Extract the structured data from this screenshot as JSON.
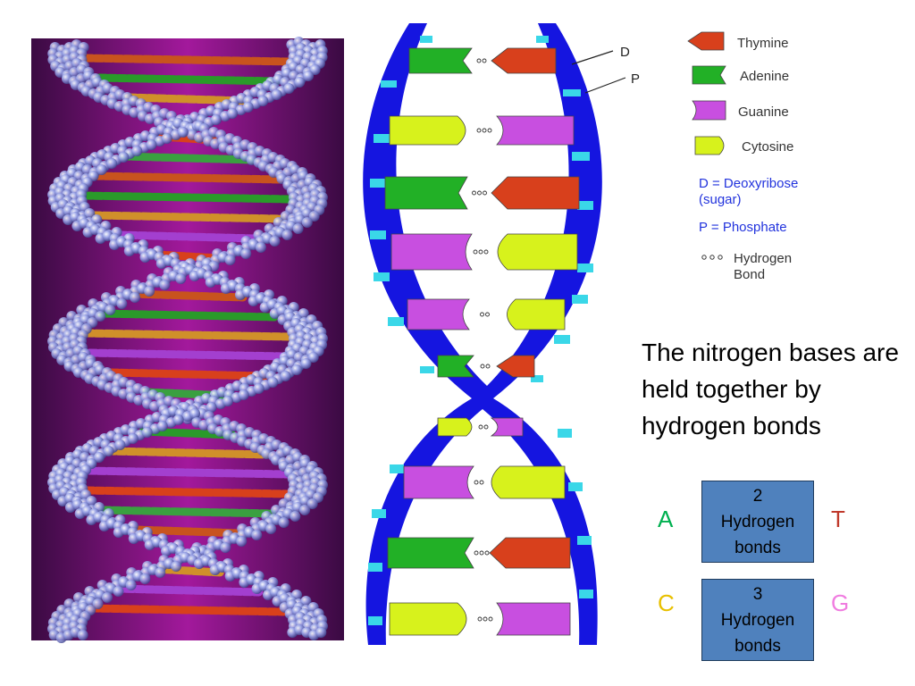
{
  "legend": {
    "thymine": "Thymine",
    "adenine": "Adenine",
    "guanine": "Guanine",
    "cytosine": "Cytosine",
    "deoxyribose": [
      "D = Deoxyribose",
      "(sugar)"
    ],
    "phosphate": "P = Phosphate",
    "hydrogen": [
      "Hydrogen",
      "Bond"
    ]
  },
  "pointers": {
    "d": "D",
    "p": "P"
  },
  "caption": "The nitrogen bases are held together by hydrogen bonds",
  "pairs": [
    {
      "left": "A",
      "right": "T",
      "box": [
        "2",
        "Hydrogen",
        "bonds"
      ]
    },
    {
      "left": "C",
      "right": "G",
      "box": [
        "3",
        "Hydrogen",
        "bonds"
      ]
    }
  ],
  "colors": {
    "thymine": "#d8401c",
    "adenine": "#22b026",
    "guanine": "#c84fe0",
    "cytosine": "#d7f21c",
    "backbone": "#1515e0",
    "phosphate": "#3ad7e8",
    "helix_bg": "#8a1a8f",
    "letter_a": "#00b050",
    "letter_t": "#c0392b",
    "letter_c": "#e8c000",
    "letter_g": "#f07ce0",
    "box": "#4f81bd"
  }
}
